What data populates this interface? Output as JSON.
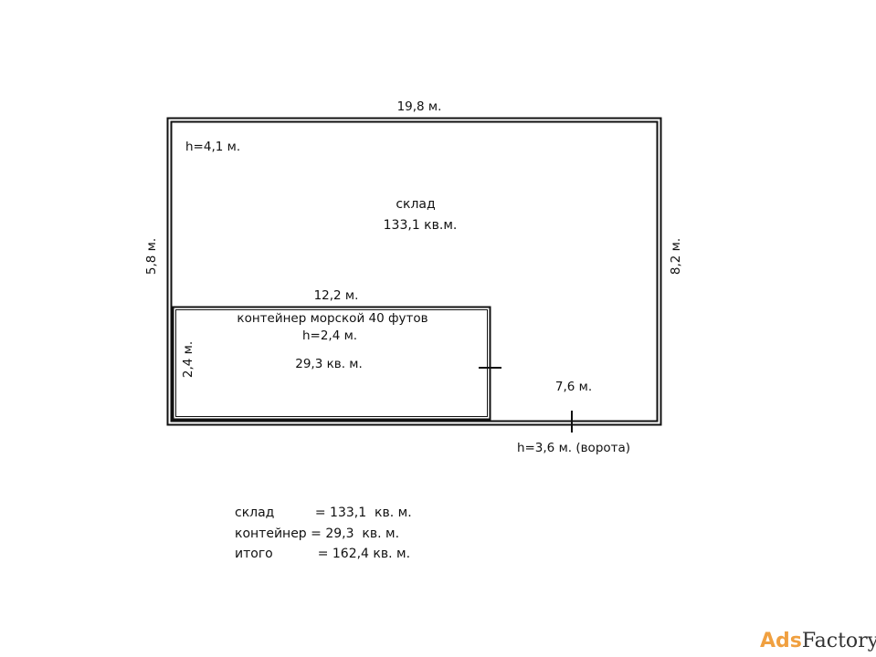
{
  "plan": {
    "top_dim": "19,8 м.",
    "left_dim": "5,8 м.",
    "right_dim": "8,2 м.",
    "warehouse_height": "h=4,1 м.",
    "warehouse_label": "склад",
    "warehouse_area": "133,1 кв.м.",
    "container_width": "12,2 м.",
    "container_label": "контейнер морской 40 футов",
    "container_height": "h=2,4 м.",
    "container_depth": "2,4 м.",
    "container_area": "29,3 кв. м.",
    "gate_offset": "7,6 м.",
    "gate_label": "h=3,6 м. (ворота)"
  },
  "summary": [
    "склад          = 133,1  кв. м.",
    "контейнер = 29,3  кв. м.",
    "итого           = 162,4 кв. м."
  ],
  "watermark": {
    "part1": "Ads",
    "part2": "Factory"
  }
}
